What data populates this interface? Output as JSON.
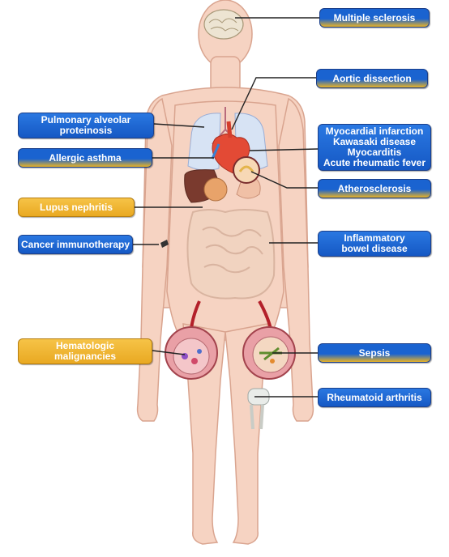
{
  "colors": {
    "skin": "#f6d3c2",
    "skin_edge": "#d9a48f",
    "label_blue": "#1a63d0",
    "label_gold": "#e9b325",
    "leader_line": "#222222"
  },
  "labels": {
    "multiple_sclerosis": [
      "Multiple  sclerosis"
    ],
    "aortic_dissection": [
      "Aortic  dissection"
    ],
    "pulmonary": [
      "Pulmonary  alveolar",
      "proteinosis"
    ],
    "cardiac": [
      "Myocardial  infarction",
      "Kawasaki  disease",
      "Myocarditis",
      "Acute  rheumatic  fever"
    ],
    "allergic_asthma": [
      "Allergic  asthma"
    ],
    "atherosclerosis": [
      "Atherosclerosis"
    ],
    "lupus_nephritis": [
      "Lupus  nephritis"
    ],
    "cancer_immunotherapy": [
      "Cancer immunotherapy"
    ],
    "ibd": [
      "Inflammatory",
      "bowel  disease"
    ],
    "hematologic": [
      "Hematologic",
      "malignancies"
    ],
    "sepsis": [
      "Sepsis"
    ],
    "rheumatoid_arthritis": [
      "Rheumatoid  arthritis"
    ]
  }
}
